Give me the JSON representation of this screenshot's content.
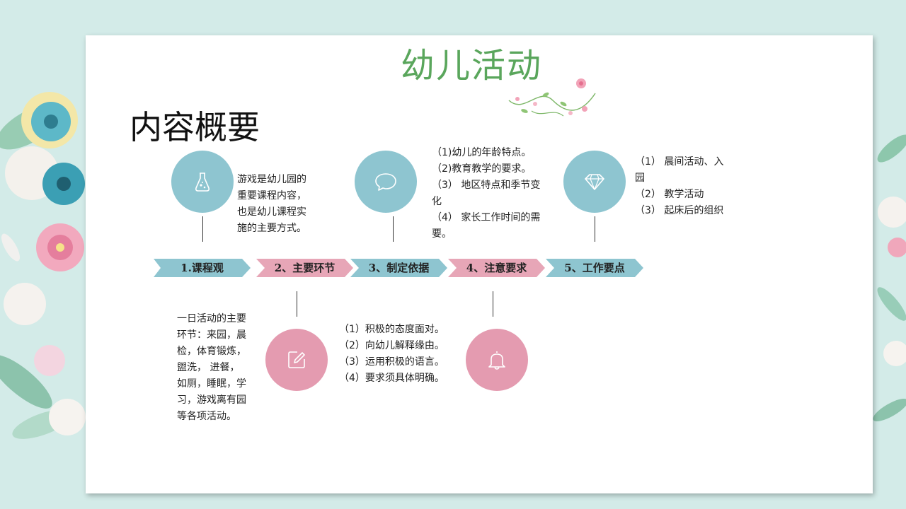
{
  "slide": {
    "title": "幼儿活动",
    "subtitle": "内容概要"
  },
  "colors": {
    "teal": "#8ec5d0",
    "pink": "#e49bb0",
    "title_green": "#5aa65c",
    "background": "#d3ebe8"
  },
  "timeline": [
    {
      "label": "1.课程观",
      "color": "teal"
    },
    {
      "label": "2、主要环节",
      "color": "pink"
    },
    {
      "label": "3、制定依据",
      "color": "teal"
    },
    {
      "label": "4、注意要求",
      "color": "pink"
    },
    {
      "label": "5、工作要点",
      "color": "teal"
    }
  ],
  "nodes": [
    {
      "icon": "flask-icon",
      "text": "游戏是幼儿园的\n重要课程内容，\n也是幼儿课程实\n施的主要方式。"
    },
    {
      "icon": "pencil-edit-icon",
      "text": "一日活动的主要\n环节：来园，晨\n检，体育锻炼，\n 盥洗， 进餐，\n如厕，睡眠，学\n习，游戏离有园\n 等各项活动。"
    },
    {
      "icon": "chat-bubble-icon",
      "text": "（1)幼儿的年龄特点。\n（2)教育教学的要求。\n（3） 地区特点和季节变\n化\n（4） 家长工作时间的需\n要。"
    },
    {
      "icon": "bell-icon",
      "text": "（1）积极的态度面对。\n（2）向幼儿解释缘由。\n（3）运用积极的语言。\n（4）要求须具体明确。"
    },
    {
      "icon": "diamond-icon",
      "text": "（1） 晨间活动、入\n园\n（2） 教学活动\n（3） 起床后的组织"
    }
  ]
}
